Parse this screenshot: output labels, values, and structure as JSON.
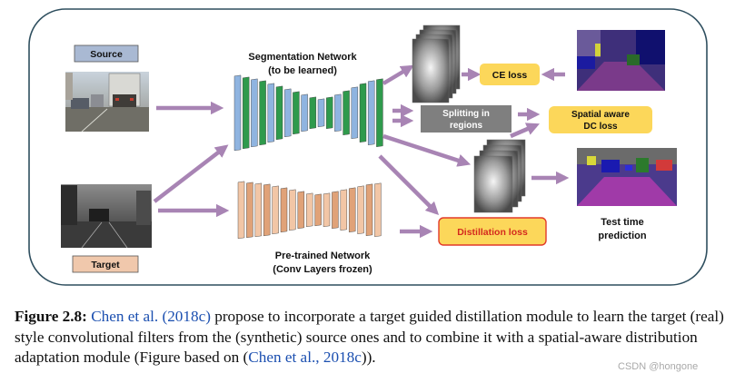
{
  "figure": {
    "source_label": "Source",
    "target_label": "Target",
    "seg_title_line1": "Segmentation Network",
    "seg_title_line2": "(to be learned)",
    "pre_title_line1": "Pre-trained Network",
    "pre_title_line2": "(Conv Layers frozen)",
    "ce_loss": "CE loss",
    "splitting_line1": "Splitting in",
    "splitting_line2": "regions",
    "spatial_line1": "Spatial aware",
    "spatial_line2": "DC loss",
    "distillation_loss": "Distillation loss",
    "test_line1": "Test time",
    "test_line2": "prediction"
  },
  "caption": {
    "label": "Figure 2.8:",
    "cite1": "Chen et al.",
    "cite1_year": "(2018c)",
    "text1": "propose to incorporate a target guided distillation module to learn the target (real) style convolutional filters from the (synthetic) source ones and to combine it with a spatial-aware distribution adaptation module (Figure based on (",
    "cite2": "Chen et al., 2018c",
    "text2": "))."
  },
  "watermark": "CSDN @hongone",
  "colors": {
    "panel_border": "#2f4f5f",
    "label_box": "#a9b9d3",
    "target_box": "#f0c8ac",
    "loss_yellow": "#fcd75a",
    "distill_border": "#e23a2a",
    "arrow_fill": "#c6b2cc",
    "arrow_stroke": "#8c6f9a",
    "cite_blue": "#1b4fb0"
  }
}
